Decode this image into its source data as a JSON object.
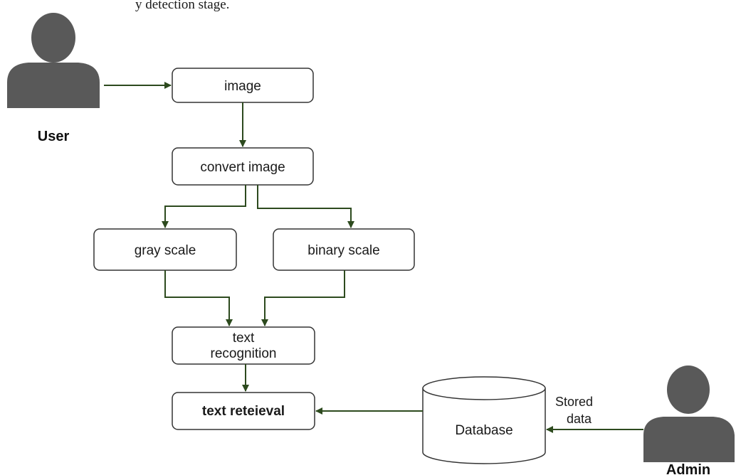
{
  "caption": "y detection stage.",
  "actors": {
    "user": {
      "label": "User"
    },
    "admin": {
      "label": "Admin"
    }
  },
  "nodes": {
    "image": {
      "label": "image"
    },
    "convert": {
      "label": "convert image"
    },
    "gray": {
      "label": "gray scale"
    },
    "binary": {
      "label": "binary scale"
    },
    "recognition": {
      "line1": "text",
      "line2": "recognition"
    },
    "retrieval": {
      "label": "text reteieval"
    },
    "database": {
      "label": "Database"
    }
  },
  "edges": {
    "stored": {
      "line1": "Stored",
      "line2": "data"
    }
  },
  "colors": {
    "arrow": "#2d4a1e",
    "node_border": "#333333",
    "person": "#595959"
  }
}
